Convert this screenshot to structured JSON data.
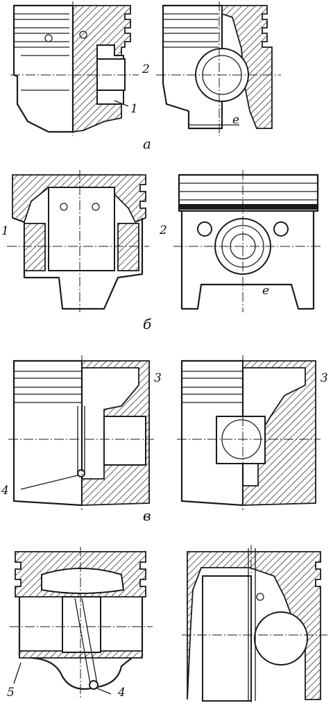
{
  "panels": [
    {
      "caption": "а",
      "labels": {
        "left": [
          "1"
        ],
        "right": [
          "2",
          "e"
        ]
      }
    },
    {
      "caption": "б",
      "labels": {
        "left": [
          "1"
        ],
        "right": [
          "2",
          "e"
        ]
      }
    },
    {
      "caption": "в",
      "labels": {
        "left": [
          "3",
          "4"
        ],
        "right": [
          "3"
        ]
      }
    },
    {
      "caption": "",
      "labels": {
        "left": [
          "5",
          "4"
        ],
        "right": []
      }
    }
  ]
}
